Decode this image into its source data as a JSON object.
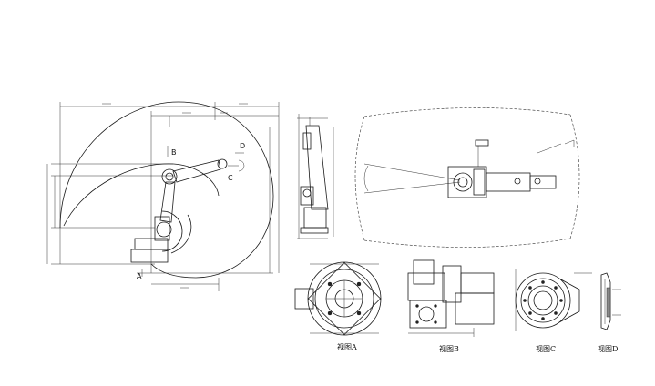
{
  "labels": {
    "view_a": "视图A",
    "view_b": "视图B",
    "view_c": "视图C",
    "view_d": "视图D",
    "marker_a": "A",
    "marker_b": "B",
    "marker_c": "C",
    "marker_d": "D"
  },
  "colors": {
    "line": "#1a1a1a",
    "background": "#ffffff"
  }
}
